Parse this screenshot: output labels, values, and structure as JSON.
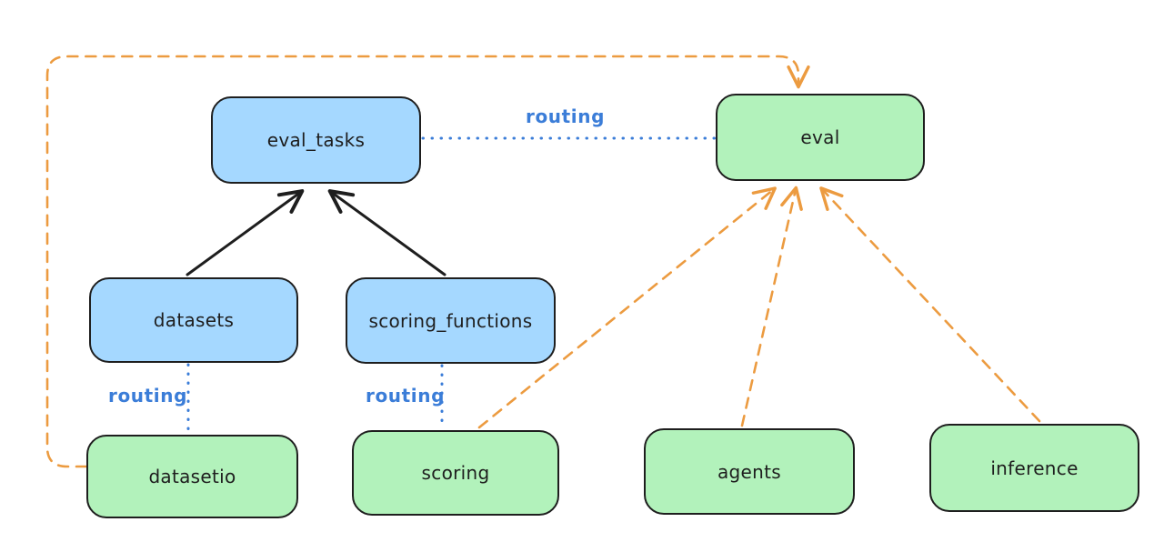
{
  "diagram": {
    "type": "flow-diagram",
    "background": "#ffffff",
    "colors": {
      "blue_node_fill": "#a5d8ff",
      "green_node_fill": "#b2f2bb",
      "node_stroke": "#1e1e1e",
      "black_arrow": "#1e1e1e",
      "orange_dashed": "#ec9b40",
      "routing_blue": "#3b7dd8"
    },
    "nodes": [
      {
        "id": "eval_tasks",
        "label": "eval_tasks",
        "color": "blue"
      },
      {
        "id": "eval",
        "label": "eval",
        "color": "green"
      },
      {
        "id": "datasets",
        "label": "datasets",
        "color": "blue"
      },
      {
        "id": "scoring_functions",
        "label": "scoring_functions",
        "color": "blue"
      },
      {
        "id": "datasetio",
        "label": "datasetio",
        "color": "green"
      },
      {
        "id": "scoring",
        "label": "scoring",
        "color": "green"
      },
      {
        "id": "agents",
        "label": "agents",
        "color": "green"
      },
      {
        "id": "inference",
        "label": "inference",
        "color": "green"
      }
    ],
    "edges": [
      {
        "from": "datasets",
        "to": "eval_tasks",
        "style": "solid",
        "color": "black",
        "arrow": true
      },
      {
        "from": "scoring_functions",
        "to": "eval_tasks",
        "style": "solid",
        "color": "black",
        "arrow": true
      },
      {
        "from": "eval_tasks",
        "to": "eval",
        "style": "dotted",
        "color": "blue",
        "arrow": false,
        "label": "routing"
      },
      {
        "from": "datasets",
        "to": "datasetio",
        "style": "dotted",
        "color": "blue",
        "arrow": false,
        "label": "routing"
      },
      {
        "from": "scoring_functions",
        "to": "scoring",
        "style": "dotted",
        "color": "blue",
        "arrow": false,
        "label": "routing"
      },
      {
        "from": "datasetio",
        "to": "eval",
        "style": "dashed",
        "color": "orange",
        "arrow": true,
        "route": "left-side-top-loop"
      },
      {
        "from": "scoring",
        "to": "eval",
        "style": "dashed",
        "color": "orange",
        "arrow": true
      },
      {
        "from": "agents",
        "to": "eval",
        "style": "dashed",
        "color": "orange",
        "arrow": true
      },
      {
        "from": "inference",
        "to": "eval",
        "style": "dashed",
        "color": "orange",
        "arrow": true
      }
    ],
    "edge_labels": [
      {
        "id": "routing-eval_tasks-eval",
        "text": "routing"
      },
      {
        "id": "routing-datasets-datasetio",
        "text": "routing"
      },
      {
        "id": "routing-scoring_functions-scoring",
        "text": "routing"
      }
    ]
  }
}
